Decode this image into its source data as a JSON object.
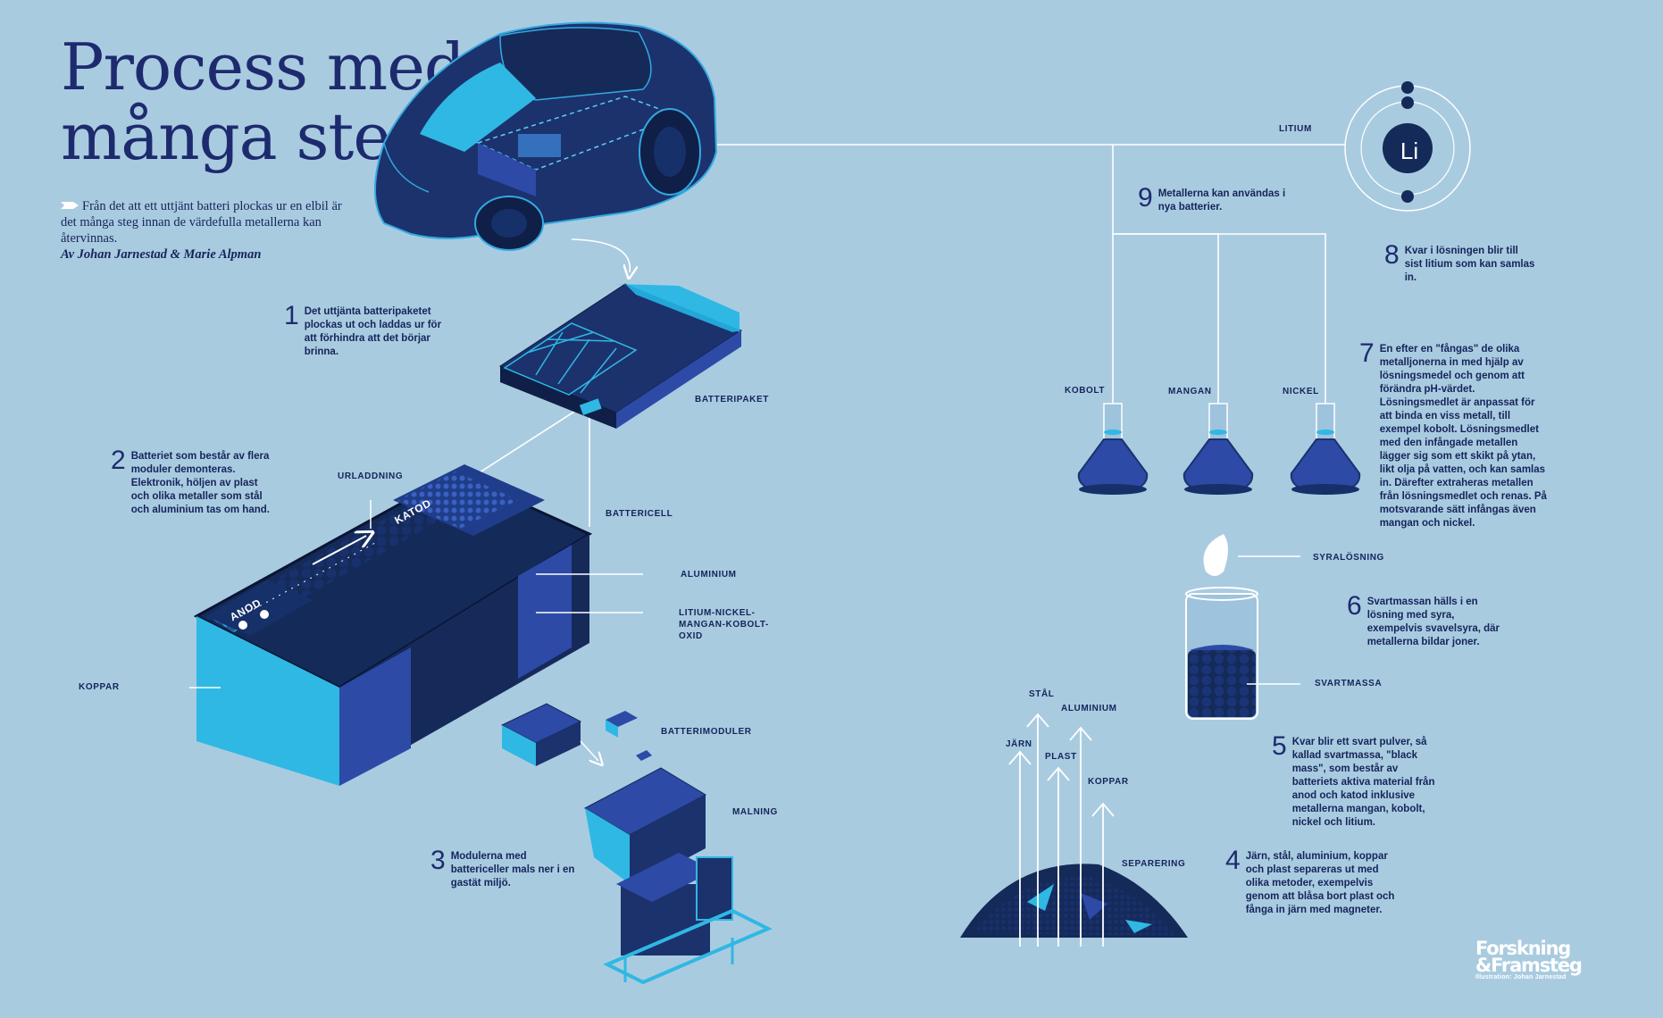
{
  "title": {
    "line1": "Process med",
    "line2": "många steg"
  },
  "intro": {
    "text": "Från det att ett uttjänt batteri plockas ur en elbil är det många steg innan de värdefulla metallerna kan återvinnas.",
    "byline": "Av Johan Jarnestad & Marie Alpman"
  },
  "steps": [
    {
      "num": "1",
      "text": "Det uttjänta batteripaketet plockas ut och laddas ur för att förhindra att det börjar brinna."
    },
    {
      "num": "2",
      "text": "Batteriet som består av flera moduler demonteras. Elektronik, höljen av plast och olika metaller som stål och aluminium tas om hand."
    },
    {
      "num": "3",
      "text": "Modulerna med battericeller mals ner i en gastät miljö."
    },
    {
      "num": "4",
      "text": "Järn, stål, aluminium, koppar och plast separeras ut med olika metoder, exempelvis genom att blåsa bort plast och fånga in järn med magneter."
    },
    {
      "num": "5",
      "text": "Kvar blir ett svart pulver, så kallad svartmassa, \"black mass\", som består av batteriets aktiva material från anod och katod inklusive metallerna mangan, kobolt, nickel och litium."
    },
    {
      "num": "6",
      "text": "Svartmassan hälls i en lösning med syra, exempelvis svavelsyra, där metallerna bildar joner."
    },
    {
      "num": "7",
      "text": "En efter en \"fångas\" de olika metalljonerna in med hjälp av lösningsmedel och genom att förändra pH-värdet. Lösningsmedlet är anpassat för att binda en viss metall, till exempel kobolt. Lösningsmedlet med den infångade metallen lägger sig som ett skikt på ytan, likt olja på vatten, och kan samlas in. Därefter extraheras metallen från lösningsmedlet och renas. På motsvarande sätt infångas även mangan och nickel."
    },
    {
      "num": "8",
      "text": "Kvar i lösningen blir till sist litium som kan samlas in."
    },
    {
      "num": "9",
      "text": "Metallerna kan användas i nya batterier."
    }
  ],
  "labels": {
    "batteripaket": "BATTERIPAKET",
    "urladdning": "URLADDNING",
    "battericell": "BATTERICELL",
    "aluminium_cell": "ALUMINIUM",
    "litium_nmc": "LITIUM-NICKEL-MANGAN-KOBOLT-OXID",
    "koppar_cell": "KOPPAR",
    "anod": "ANOD",
    "katod": "KATOD",
    "batterimoduler": "BATTERIMODULER",
    "malning": "MALNING",
    "stal": "STÅL",
    "aluminium_sep": "ALUMINIUM",
    "jarn": "JÄRN",
    "plast": "PLAST",
    "koppar_sep": "KOPPAR",
    "separering": "SEPARERING",
    "svartmassa": "SVARTMASSA",
    "syralosning": "SYRALÖSNING",
    "kobolt": "KOBOLT",
    "mangan": "MANGAN",
    "nickel": "NICKEL",
    "litium": "LITIUM"
  },
  "li_symbol": "Li",
  "logo": {
    "line1": "Forskning",
    "line2": "&Framsteg",
    "credit": "Illustration: Johan Jarnestad"
  },
  "colors": {
    "background": "#a9cbe0",
    "navy": "#142a58",
    "royal": "#2c4aa6",
    "cyan": "#2fb8e4",
    "line": "#ffffff"
  }
}
